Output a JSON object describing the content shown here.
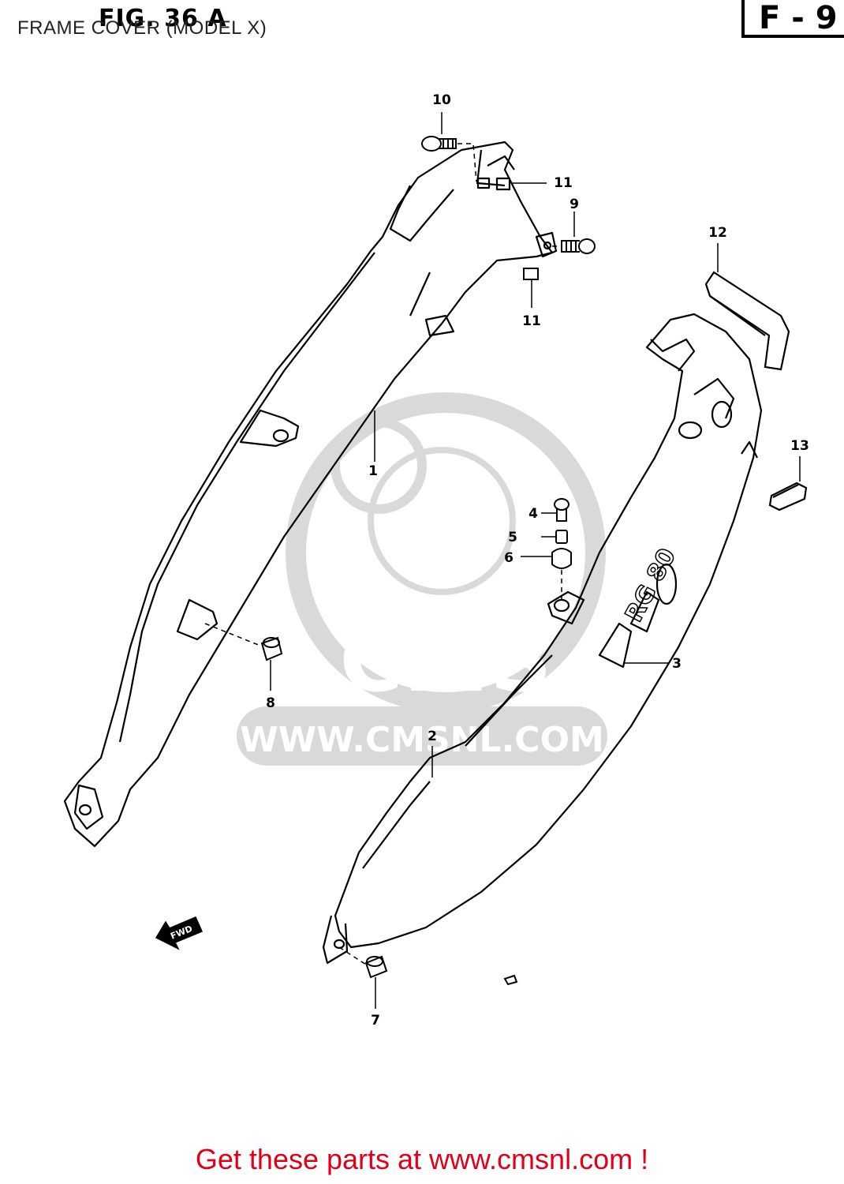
{
  "header": {
    "subtitle": "FRAME COVER (MODEL X)",
    "figure": "FIG. 36 A",
    "page_code": "F - 9"
  },
  "watermark": {
    "brand": "CMS",
    "url": "WWW.CMSNL.COM"
  },
  "fwd_arrow_label": "FWD",
  "model_badge": "RG 80",
  "callouts": [
    "1",
    "2",
    "3",
    "4",
    "5",
    "6",
    "7",
    "8",
    "9",
    "10",
    "11",
    "11",
    "12",
    "13"
  ],
  "footer": "Get these parts at www.cmsnl.com !"
}
